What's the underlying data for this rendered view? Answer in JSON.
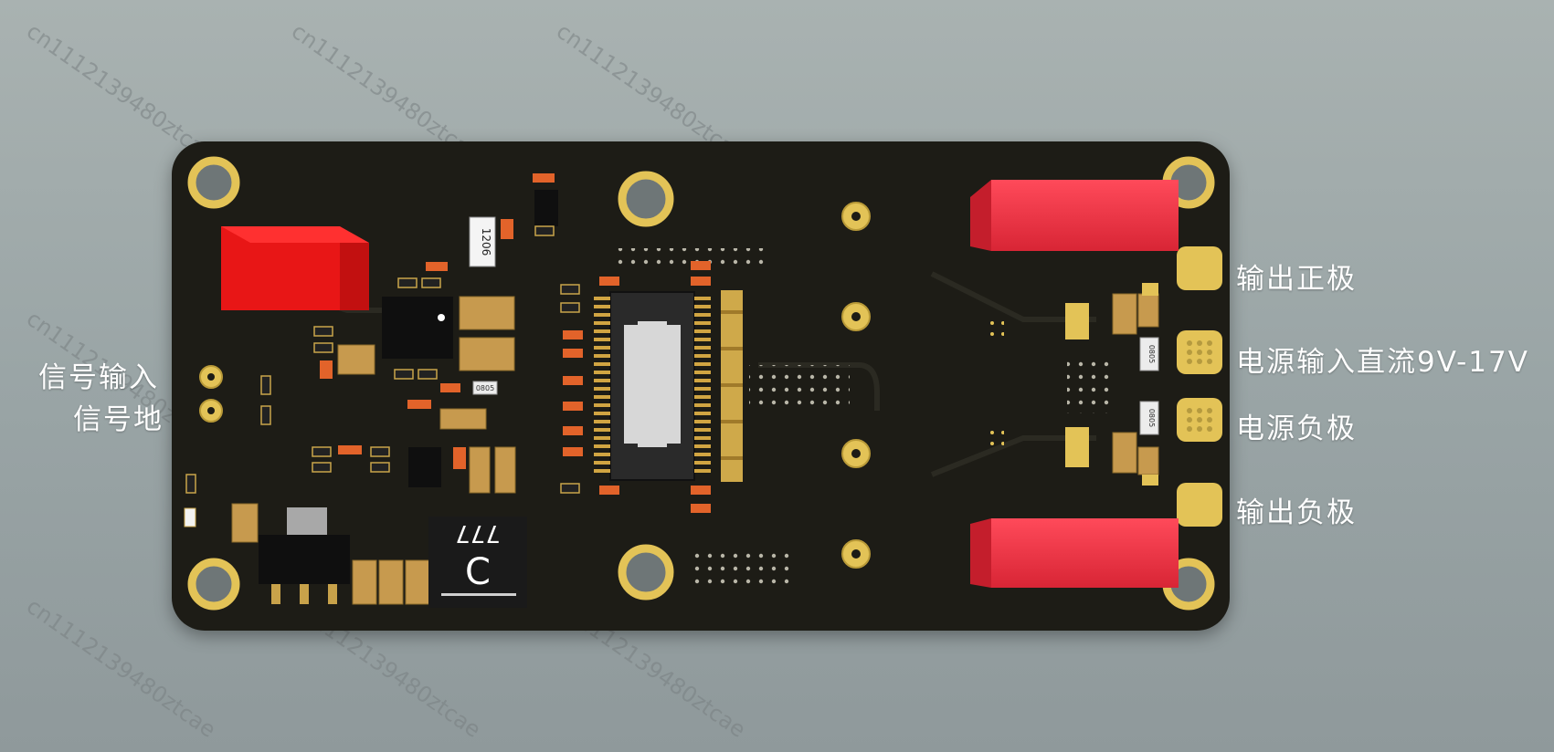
{
  "labels": {
    "signal_input": "信号输入",
    "signal_ground": "信号地",
    "output_positive": "输出正极",
    "power_input": "电源输入直流9V-17V",
    "power_negative": "电源负极",
    "output_negative": "输出负极"
  },
  "watermark": "cn1112139480ztcae",
  "component_marks": {
    "inductor_code": "777",
    "resistor_size": "1206",
    "pad_0805_a": "0805",
    "pad_0805_b": "0805",
    "pad_0805_c": "0805"
  },
  "colors": {
    "background": "#9ea8a9",
    "pcb": "#1d1c16",
    "pad_gold": "#e3c357",
    "capacitor_red": "#e83040",
    "label_text": "#ffffff"
  }
}
